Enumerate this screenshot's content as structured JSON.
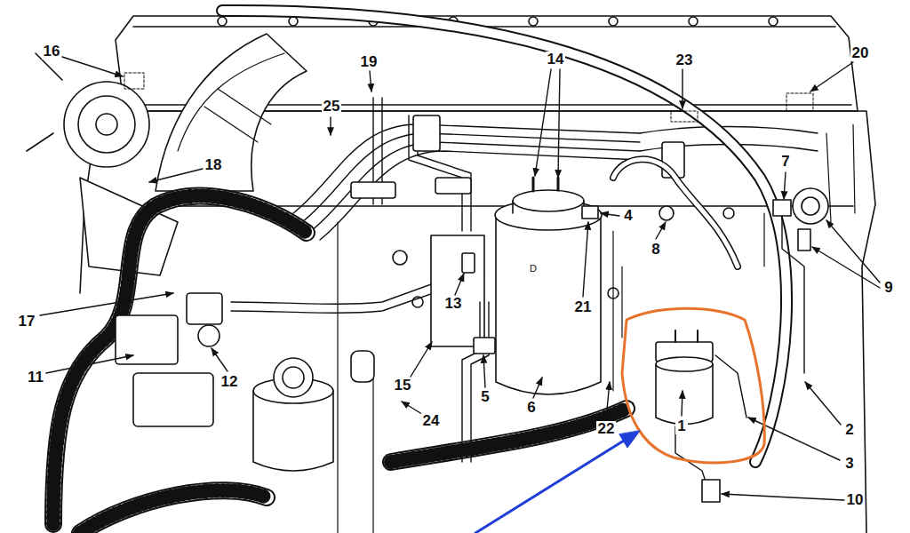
{
  "diagram": {
    "labels": [
      "16",
      "19",
      "14",
      "23",
      "20",
      "25",
      "18",
      "7",
      "4",
      "8",
      "D",
      "9",
      "17",
      "13",
      "21",
      "11",
      "12",
      "15",
      "5",
      "6",
      "24",
      "22",
      "2",
      "1",
      "3",
      "10"
    ]
  }
}
